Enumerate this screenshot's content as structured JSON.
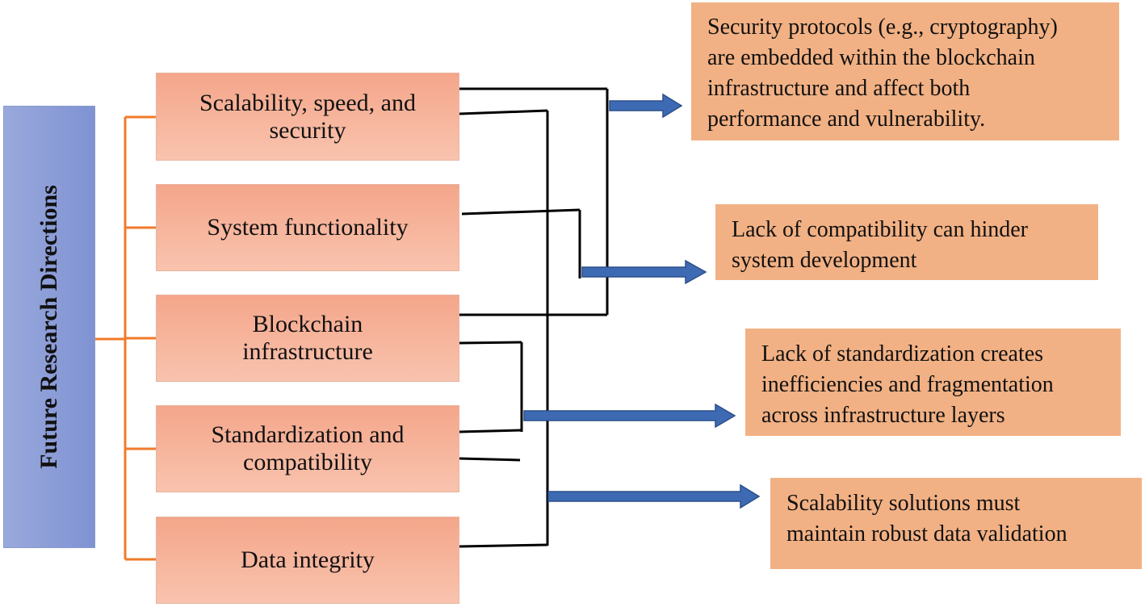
{
  "root": {
    "label": "Future Research Directions",
    "color": "#8c9dd8"
  },
  "topics": [
    {
      "lines": [
        "Scalability, speed, and",
        "security"
      ]
    },
    {
      "lines": [
        "System functionality"
      ]
    },
    {
      "lines": [
        "Blockchain",
        "infrastructure"
      ]
    },
    {
      "lines": [
        "Standardization and",
        "compatibility"
      ]
    },
    {
      "lines": [
        "Data integrity"
      ]
    }
  ],
  "outcomes": [
    {
      "lines": [
        "Security protocols (e.g., cryptography)",
        "are embedded within the blockchain",
        "infrastructure and affect both",
        "performance and vulnerability."
      ]
    },
    {
      "lines": [
        "Lack of compatibility can hinder",
        "system development"
      ]
    },
    {
      "lines": [
        "Lack of standardization creates",
        "inefficiencies and fragmentation",
        "across infrastructure layers"
      ]
    },
    {
      "lines": [
        "Scalability solutions must",
        "maintain robust data validation"
      ]
    }
  ],
  "colors": {
    "bracket": "#f07a2a",
    "topic_fill": "#f6b49b",
    "outcome_fill": "#f2b184",
    "arrow": "#3d6ab3",
    "connector": "#000000"
  }
}
